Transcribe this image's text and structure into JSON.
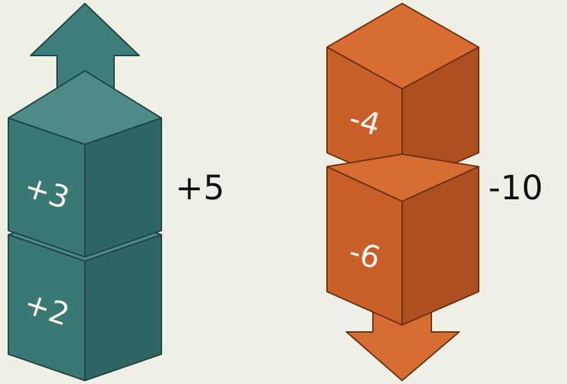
{
  "colors": {
    "background": "#f0efe5",
    "positive_top": "#4e8a86",
    "positive_left": "#3a7874",
    "positive_right": "#2f6663",
    "positive_edge": "#1d4644",
    "negative_top": "#d86d33",
    "negative_left": "#c85f28",
    "negative_right": "#ae4f1f",
    "negative_edge": "#6d2f10"
  },
  "positive_stack": {
    "direction": "up",
    "blocks": [
      "+3",
      "+2"
    ],
    "total": "+5"
  },
  "negative_stack": {
    "direction": "down",
    "blocks": [
      "-4",
      "-6"
    ],
    "total": "-10"
  }
}
